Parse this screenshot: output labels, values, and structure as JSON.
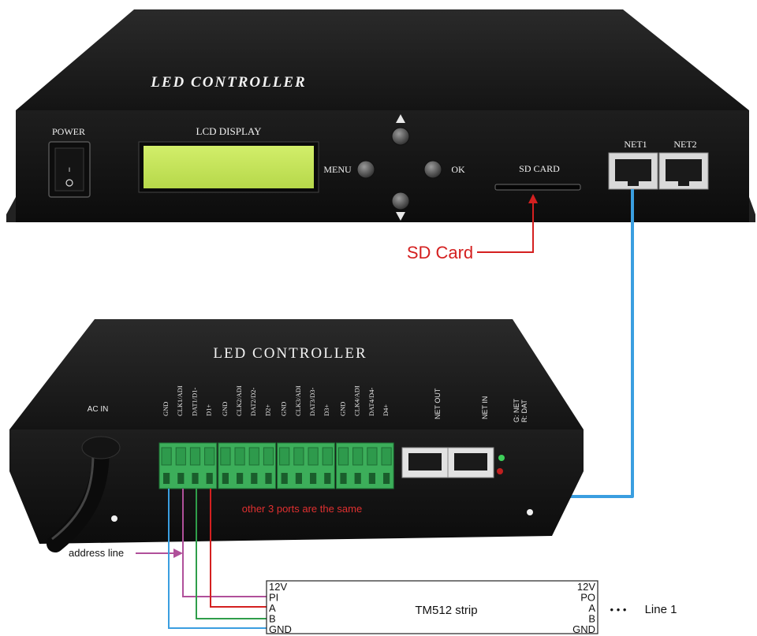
{
  "top_controller": {
    "brand": "LED CONTROLLER",
    "power_label": "POWER",
    "lcd_label": "LCD DISPLAY",
    "menu_label": "MENU",
    "ok_label": "OK",
    "sd_slot_label": "SD CARD",
    "net1_label": "NET1",
    "net2_label": "NET2"
  },
  "callouts": {
    "sd_card": "SD Card",
    "ports_note": "other 3 ports are the same",
    "address_line": "address line",
    "line1": "Line 1"
  },
  "bottom_controller": {
    "brand": "LED CONTROLLER",
    "ac_in": "AC IN",
    "net_out": "NET OUT",
    "net_in": "NET IN",
    "led_legend_g": "G: NET",
    "led_legend_r": "R: DAT",
    "terminal_labels": [
      "GND",
      "CLK1/ADI",
      "DAT1/D1-",
      "D1+",
      "GND",
      "CLK2/ADI",
      "DAT2/D2-",
      "D2+",
      "GND",
      "CLK3/ADI",
      "DAT3/D3-",
      "D3+",
      "GND",
      "CLK4/ADI",
      "DAT4/D4-",
      "D4+"
    ]
  },
  "strip": {
    "name": "TM512 strip",
    "left_pins": [
      "12V",
      "PI",
      "A",
      "B",
      "GND"
    ],
    "right_pins": [
      "12V",
      "PO",
      "A",
      "B",
      "GND"
    ],
    "dots": "• • •"
  },
  "colors": {
    "body": "#1c1c1c",
    "lcd": "#c6e65a",
    "terminal_green": "#3cae5a",
    "callout_red": "#d42020",
    "net_wire_blue": "#3a9ee0",
    "wire_magenta": "#b0509a",
    "wire_red": "#d42020",
    "wire_green": "#2f9e4a",
    "wire_blue": "#3a9ee0"
  }
}
